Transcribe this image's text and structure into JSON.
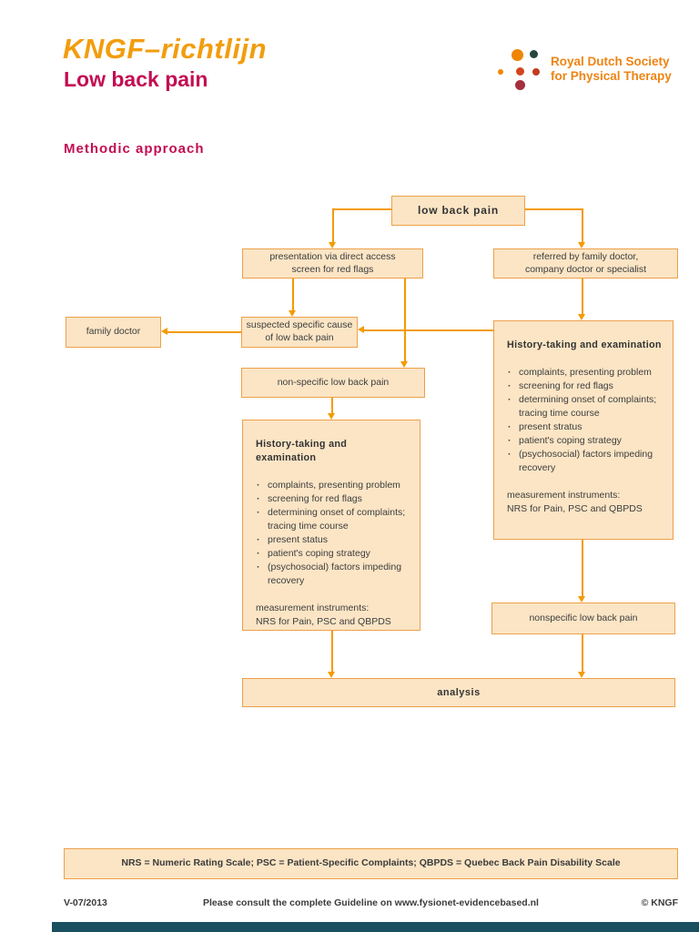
{
  "page": {
    "title_line1": "KNGF–richtlijn",
    "title_line2": "Low back pain",
    "section_title": "Methodic approach"
  },
  "logo": {
    "org_line1": "Royal Dutch Society",
    "org_line2": "for Physical Therapy",
    "dot_colors": [
      "#ef8500",
      "#23473f",
      "#f08800",
      "#d2451c",
      "#c23a20",
      "#a52f3e"
    ],
    "text_color": "#ee8413"
  },
  "flowchart": {
    "boxes": {
      "low_back_pain": "low back pain",
      "presentation_line1": "presentation via direct access",
      "presentation_line2": "screen for red flags",
      "referred_line1": "referred by family doctor,",
      "referred_line2": "company doctor or specialist",
      "family_doctor": "family doctor",
      "suspected_line1": "suspected specific cause",
      "suspected_line2": "of low back pain",
      "non_specific": "non-specific low back pain",
      "nonspecific_right": "nonspecific low back pain",
      "analysis": "analysis"
    },
    "history_left": {
      "heading": "History-taking and examination",
      "bullets": [
        "complaints, presenting problem",
        "screening for red flags",
        "determining onset of complaints; tracing time course",
        "present status",
        "patient's coping strategy",
        "(psychosocial) factors impeding recovery"
      ],
      "measurement_line1": "measurement instruments:",
      "measurement_line2": "NRS for Pain, PSC and QBPDS"
    },
    "history_right": {
      "heading": "History-taking and examination",
      "bullets": [
        "complaints, presenting problem",
        "screening for red flags",
        "determining onset of complaints; tracing time course",
        "present stratus",
        "patient's coping strategy",
        "(psychosocial) factors impeding recovery"
      ],
      "measurement_line1": "measurement instruments:",
      "measurement_line2": "NRS for Pain, PSC and QBPDS"
    }
  },
  "legend": "NRS = Numeric Rating Scale; PSC = Patient-Specific Complaints; QBPDS = Quebec Back Pain Disability Scale",
  "footer": {
    "version": "V-07/2013",
    "center": "Please consult the complete Guideline on www.fysionet-evidencebased.nl",
    "copyright": "© KNGF"
  },
  "colors": {
    "title_orange": "#f29d0d",
    "title_magenta": "#c30d52",
    "box_fill": "#fbe5c5",
    "box_border": "#eea049",
    "arrow": "#f49b00",
    "bottom_bar": "#1a4f5f"
  }
}
